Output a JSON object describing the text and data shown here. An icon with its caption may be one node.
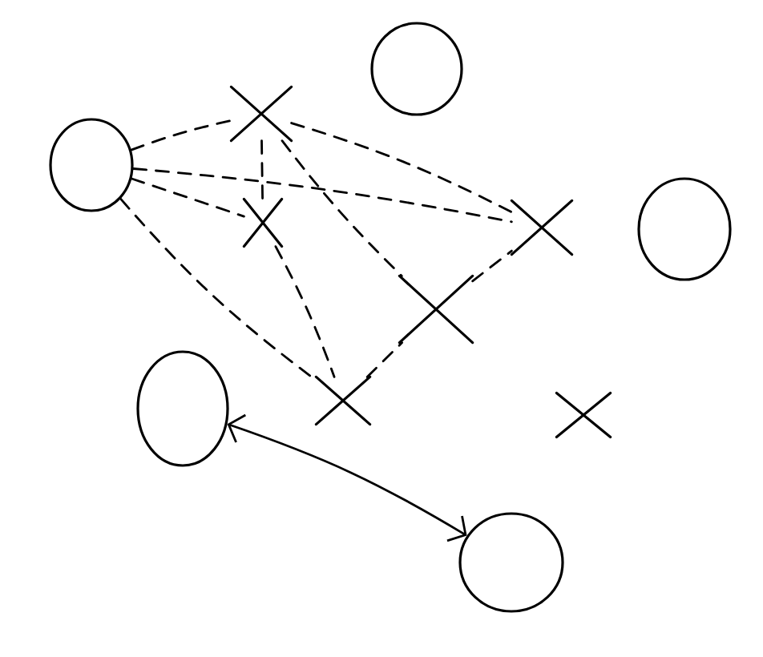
{
  "diagram": {
    "nodes": [
      {
        "text": [],
        "shape": "circle"
      },
      {
        "text": [],
        "shape": "ellipse"
      },
      {
        "text": [],
        "shape": "ellipse"
      },
      {
        "text": [],
        "shape": "ellipse"
      },
      {
        "text": [],
        "shape": "circle"
      },
      {
        "text": [],
        "shape": "cross"
      },
      {
        "text": [],
        "shape": "cross"
      },
      {
        "text": [],
        "shape": "cross"
      },
      {
        "text": [],
        "shape": "cross"
      },
      {
        "text": [],
        "shape": "cross"
      },
      {
        "text": [],
        "shape": "cross"
      }
    ],
    "edges": [
      {
        "from": 1,
        "to": 5,
        "arrow": "none",
        "style": "dashed"
      },
      {
        "from": 5,
        "to": 7,
        "arrow": "none",
        "style": "dashed"
      },
      {
        "from": 1,
        "to": 7,
        "arrow": "none",
        "style": "dashed"
      },
      {
        "from": 1,
        "to": 6,
        "arrow": "none",
        "style": "dashed"
      },
      {
        "from": 5,
        "to": 6,
        "arrow": "none",
        "style": "dashed"
      },
      {
        "from": 5,
        "to": 8,
        "arrow": "none",
        "style": "dashed"
      },
      {
        "from": 6,
        "to": 9,
        "arrow": "none",
        "style": "dashed"
      },
      {
        "from": 1,
        "to": 9,
        "arrow": "none",
        "style": "dashed"
      },
      {
        "from": 9,
        "to": 8,
        "arrow": "none",
        "style": "dashed"
      },
      {
        "from": 8,
        "to": 7,
        "arrow": "none",
        "style": "dashed"
      },
      {
        "from": 3,
        "to": 4,
        "arrow": "both"
      }
    ]
  }
}
